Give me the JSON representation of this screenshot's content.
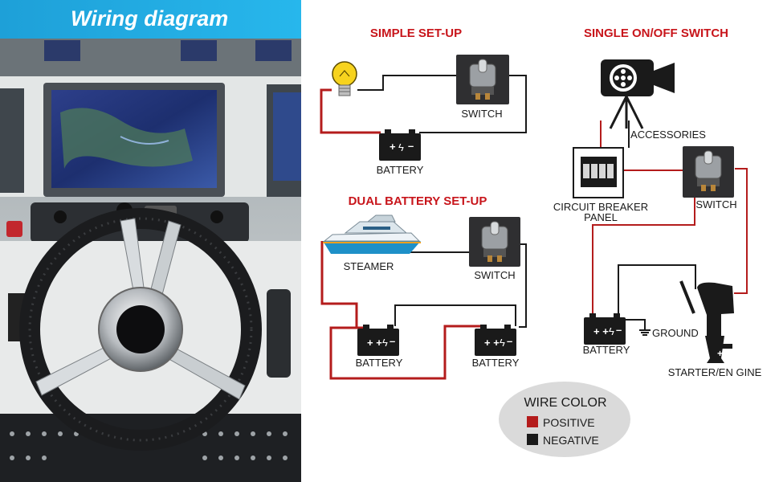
{
  "banner": {
    "title": "Wiring diagram"
  },
  "sections": {
    "simple": "SIMPLE SET-UP",
    "single": "SINGLE ON/OFF SWITCH",
    "dual": "DUAL BATTERY SET-UP"
  },
  "labels": {
    "switch": "SWITCH",
    "battery": "BATTERY",
    "steamer": "STEAMER",
    "accessories": "ACCESSORIES",
    "breaker_line1": "CIRCUIT BREAKER",
    "breaker_line2": "PANEL",
    "ground": "GROUND",
    "starter": "STARTER/EN GINE"
  },
  "legend": {
    "title": "WIRE COLOR",
    "positive": "POSITIVE",
    "negative": "NEGATIVE"
  },
  "colors": {
    "positive": "#b41c1c",
    "negative": "#1a1a1a",
    "heading": "#c8151b",
    "banner": "#1ea0d8"
  },
  "icons": [
    "light-bulb-icon",
    "toggle-switch-icon",
    "battery-icon",
    "boat-icon",
    "video-camera-icon",
    "circuit-breaker-icon",
    "outboard-engine-icon",
    "ground-icon"
  ]
}
